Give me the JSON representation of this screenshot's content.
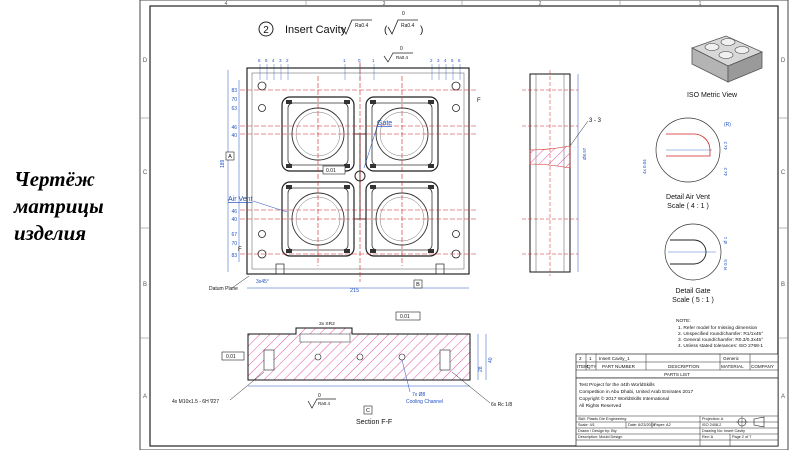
{
  "caption": {
    "lines": [
      "Чертёж",
      "матрицы",
      "изделия"
    ]
  },
  "drawing": {
    "step_number": "2",
    "title": "Insert Cavity",
    "surface_finish": "Ra0.4",
    "surface_finish_header": "0",
    "border_letters": [
      "A",
      "B",
      "C",
      "D"
    ],
    "border_numbers": [
      "1",
      "2",
      "3",
      "4"
    ],
    "top_dim_labels": [
      "6",
      "5",
      "4",
      "3",
      "2",
      "1",
      "0",
      "1",
      "2",
      "3",
      "4",
      "5",
      "6"
    ],
    "labels": {
      "gate": "Gate",
      "air_vent": "Air Vent",
      "datum_plane": "Datum Plane",
      "section_ff": "Section F-F",
      "section_mark_f": "F",
      "section_33": "3 - 3",
      "datum_a": "A",
      "datum_b": "B",
      "chamfer": "3x45°",
      "flatness": "0.01",
      "width_dim": "215",
      "height_dim": "189",
      "parallel": "0.01",
      "thread_left": "4x M10x1.5 - 6H ∇27",
      "thread_right": "6x Rc 1/8",
      "cooling_dia": "7x Ø8",
      "cooling_channel": "Cooling Channel",
      "fillet_note": "3x SR2",
      "depth_28": "28",
      "depth_40": "40"
    },
    "left_dims": [
      "83",
      "70",
      "63",
      "46",
      "40",
      "46",
      "40",
      "67",
      "70",
      "83"
    ],
    "detail_views": {
      "iso_title": "ISO Metric View",
      "air_vent_title": "Detail Air Vent",
      "air_vent_scale": "Scale ( 4 : 1 )",
      "gate_title": "Detail Gate",
      "gate_scale": "Scale ( 5 : 1 )",
      "air_vent_r": "(R)",
      "air_vent_dims": [
        "4x 0.04",
        "4x 2",
        "4x 2"
      ],
      "gate_dims": [
        "Ø 1",
        "R 0.5"
      ]
    },
    "notes": {
      "header": "NOTE:",
      "items": [
        "1. Refer model for missing dimension",
        "2. Unspecified round/chamfer: R1/1x45°",
        "3. General round/chamfer: R0.3/0.3x45°",
        "4. Unless stated tolerances: ISO 2768-1"
      ]
    },
    "parts_list": {
      "row": [
        "2",
        "1",
        "Insert Cavity_1",
        "",
        "Generic",
        ""
      ],
      "header": [
        "ITEM",
        "QTY",
        "PART NUMBER",
        "DESCRIPTION",
        "MATERIAL",
        "COMPANY"
      ],
      "title": "PARTS LIST"
    },
    "title_block": {
      "project": "Test Project for the 44th WorldSkills",
      "competition": "Competition in Abu Dhabi, United Arab Emirates 2017",
      "copyright": "Copyright © 2017 WorldSkills International",
      "rights": "All Rights Reserved",
      "skill": "Skill: Plastic Die Engineering",
      "scale": "Scale: 4/1",
      "date": "Date: 6/23/2016",
      "paper": "Paper: A2",
      "projection": "Projection: A",
      "projection_std": "ISO 2408-2",
      "drawn": "Drawn / Design by: Bty",
      "drawing_no": "Drawing No: Insert Cavity",
      "description": "Description: Mould Design",
      "rev": "Rev: A",
      "page": "Page 2 of 7"
    }
  }
}
